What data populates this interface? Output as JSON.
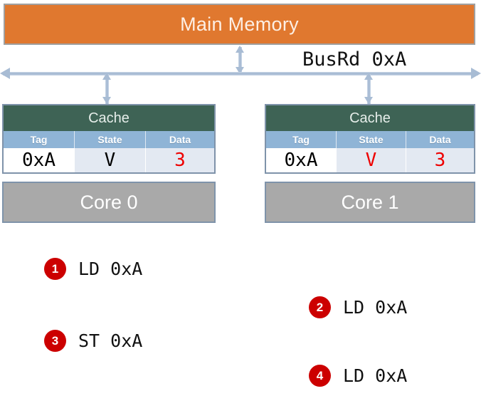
{
  "diagram": {
    "main_memory": {
      "label": "Main Memory",
      "color": "#E0782F"
    },
    "bus": {
      "name": "coherence-bus",
      "message": "BusRd 0xA"
    },
    "caches": [
      {
        "id": "cache-0",
        "title": "Cache",
        "columns": [
          "Tag",
          "State",
          "Data"
        ],
        "row": [
          {
            "value": "0xA",
            "color": "#000000"
          },
          {
            "value": "V",
            "color": "#000000"
          },
          {
            "value": "3",
            "color": "#ee0000"
          }
        ]
      },
      {
        "id": "cache-1",
        "title": "Cache",
        "columns": [
          "Tag",
          "State",
          "Data"
        ],
        "row": [
          {
            "value": "0xA",
            "color": "#000000"
          },
          {
            "value": "V",
            "color": "#ee0000"
          },
          {
            "value": "3",
            "color": "#ee0000"
          }
        ]
      }
    ],
    "cores": [
      {
        "id": "core-0",
        "label": "Core 0"
      },
      {
        "id": "core-1",
        "label": "Core 1"
      }
    ]
  },
  "timeline": {
    "badge_color": "#CC0000",
    "steps": [
      {
        "number": "1",
        "text": "LD 0xA",
        "core": "core-0"
      },
      {
        "number": "2",
        "text": "LD 0xA",
        "core": "core-1"
      },
      {
        "number": "3",
        "text": "ST 0xA",
        "core": "core-0"
      },
      {
        "number": "4",
        "text": "LD 0xA",
        "core": "core-1"
      }
    ]
  }
}
